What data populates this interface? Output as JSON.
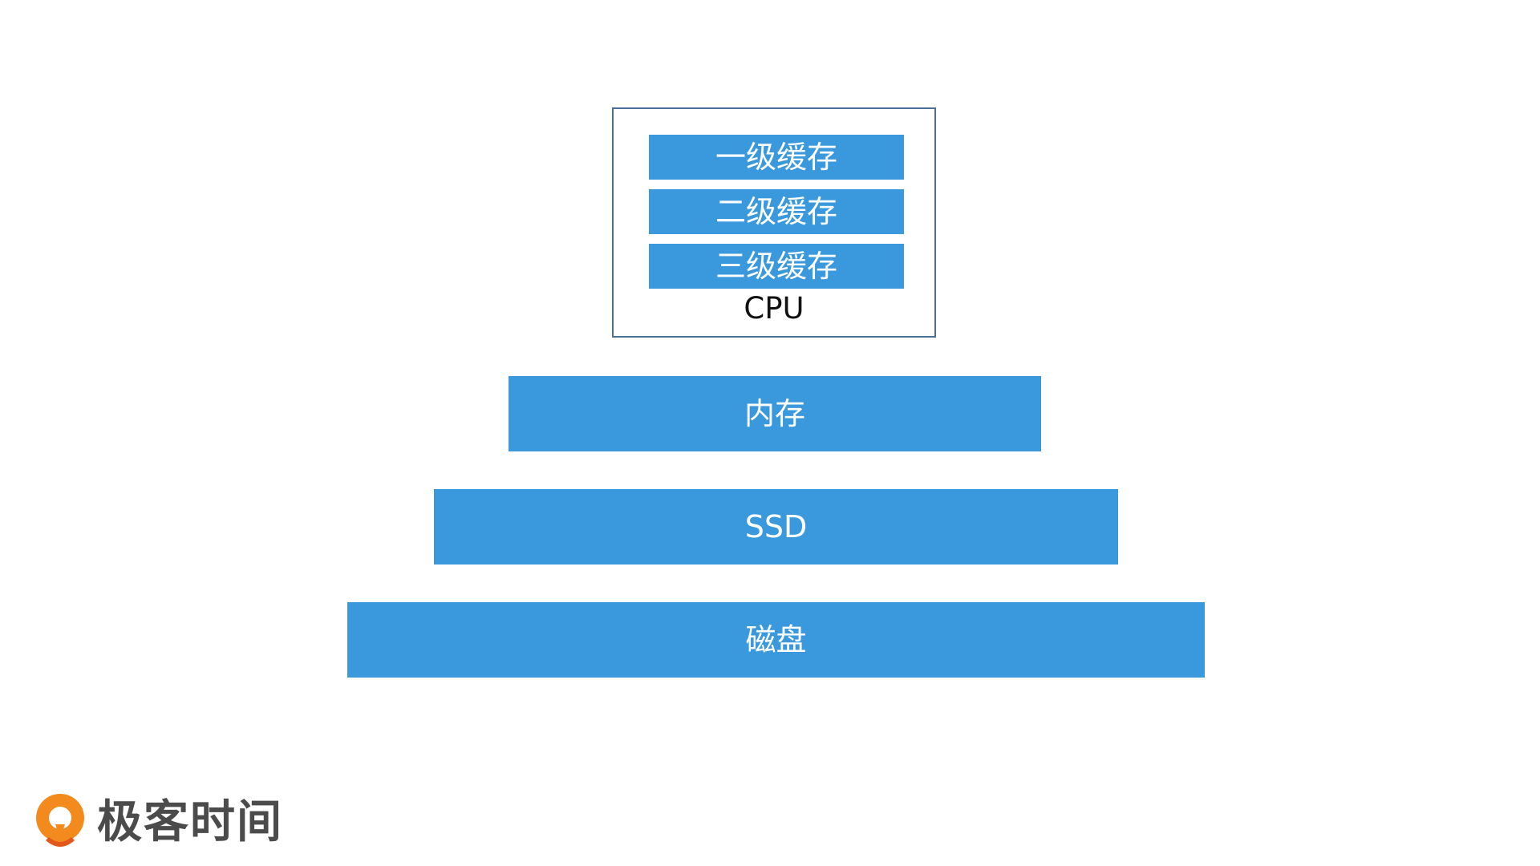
{
  "diagram": {
    "cpu": {
      "label": "CPU",
      "caches": [
        {
          "label": "一级缓存"
        },
        {
          "label": "二级缓存"
        },
        {
          "label": "三级缓存"
        }
      ]
    },
    "layers": [
      {
        "label": "内存"
      },
      {
        "label": "SSD"
      },
      {
        "label": "磁盘"
      }
    ],
    "colors": {
      "box_fill": "#3a98dc",
      "box_text": "#ffffff",
      "cpu_border": "#4a6f99",
      "brand_orange": "#f28a1e",
      "brand_text": "#4b4b4b"
    }
  },
  "brand": {
    "name": "极客时间",
    "icon": "geektime-logo-icon"
  }
}
